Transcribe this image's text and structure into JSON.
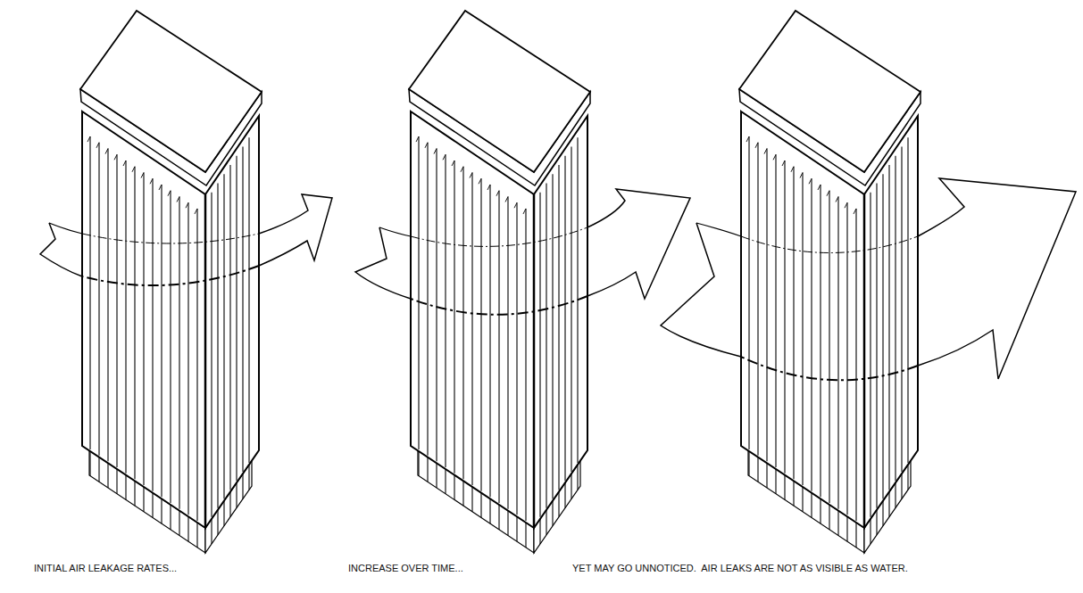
{
  "diagram": {
    "labels": [
      "INITIAL AIR LEAKAGE RATES...",
      "INCREASE OVER TIME...",
      "YET MAY GO UNNOTICED.  AIR LEAKS ARE NOT AS VISIBLE AS WATER."
    ]
  }
}
